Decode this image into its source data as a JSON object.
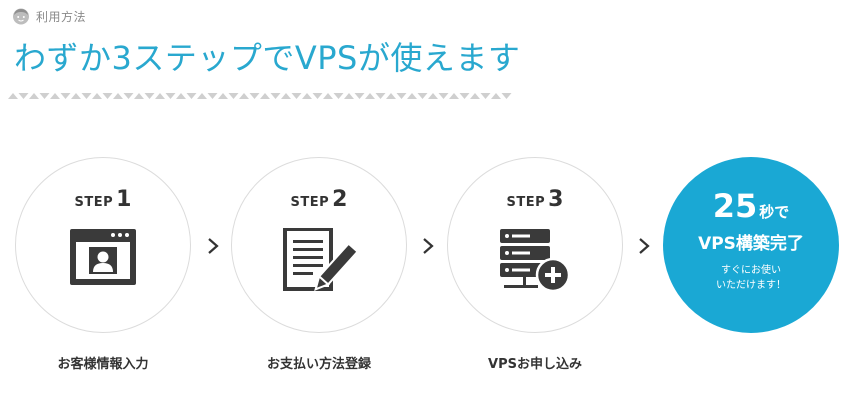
{
  "section": {
    "label": "利用方法",
    "icon": "face-icon"
  },
  "headline": "わずか3ステップでVPSが使えます",
  "colors": {
    "accent": "#29a8cf",
    "result_bg": "#1aa8d4",
    "text": "#333333",
    "divider": "#dcdcdc"
  },
  "steps": [
    {
      "word": "STEP",
      "number": "1",
      "label": "お客様情報入力",
      "icon": "user-profile-window-icon"
    },
    {
      "word": "STEP",
      "number": "2",
      "label": "お支払い方法登録",
      "icon": "document-pen-icon"
    },
    {
      "word": "STEP",
      "number": "3",
      "label": "VPSお申し込み",
      "icon": "server-add-icon"
    }
  ],
  "result": {
    "number": "25",
    "unit": "秒で",
    "title": "VPS構築完了",
    "note_line1": "すぐにお使い",
    "note_line2": "いただけます！"
  }
}
